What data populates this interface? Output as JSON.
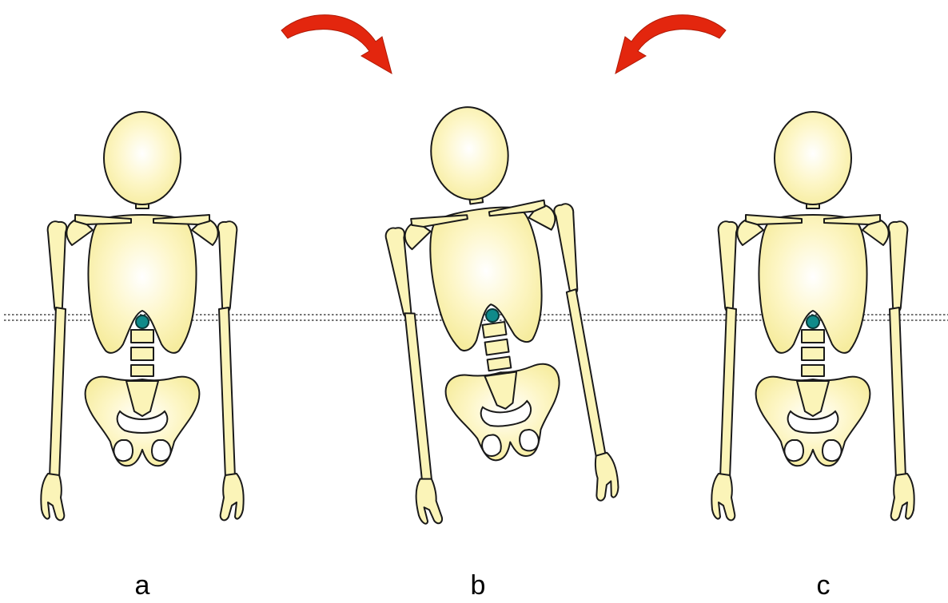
{
  "figure": {
    "panels": [
      {
        "id": "a",
        "label": "a",
        "tilt_deg": 0
      },
      {
        "id": "b",
        "label": "b",
        "tilt_deg": -8
      },
      {
        "id": "c",
        "label": "c",
        "tilt_deg": 0
      }
    ],
    "arrows": [
      {
        "id": "rotate-clockwise",
        "direction": "clockwise"
      },
      {
        "id": "rotate-counterclockwise",
        "direction": "counterclockwise"
      }
    ],
    "colors": {
      "bone_fill": "#fbf4b8",
      "bone_highlight": "#ffffff",
      "outline": "#1a1a1a",
      "pivot": "#0f8a8a",
      "arrow": "#e3260e",
      "reference_lines": "#222222"
    }
  }
}
